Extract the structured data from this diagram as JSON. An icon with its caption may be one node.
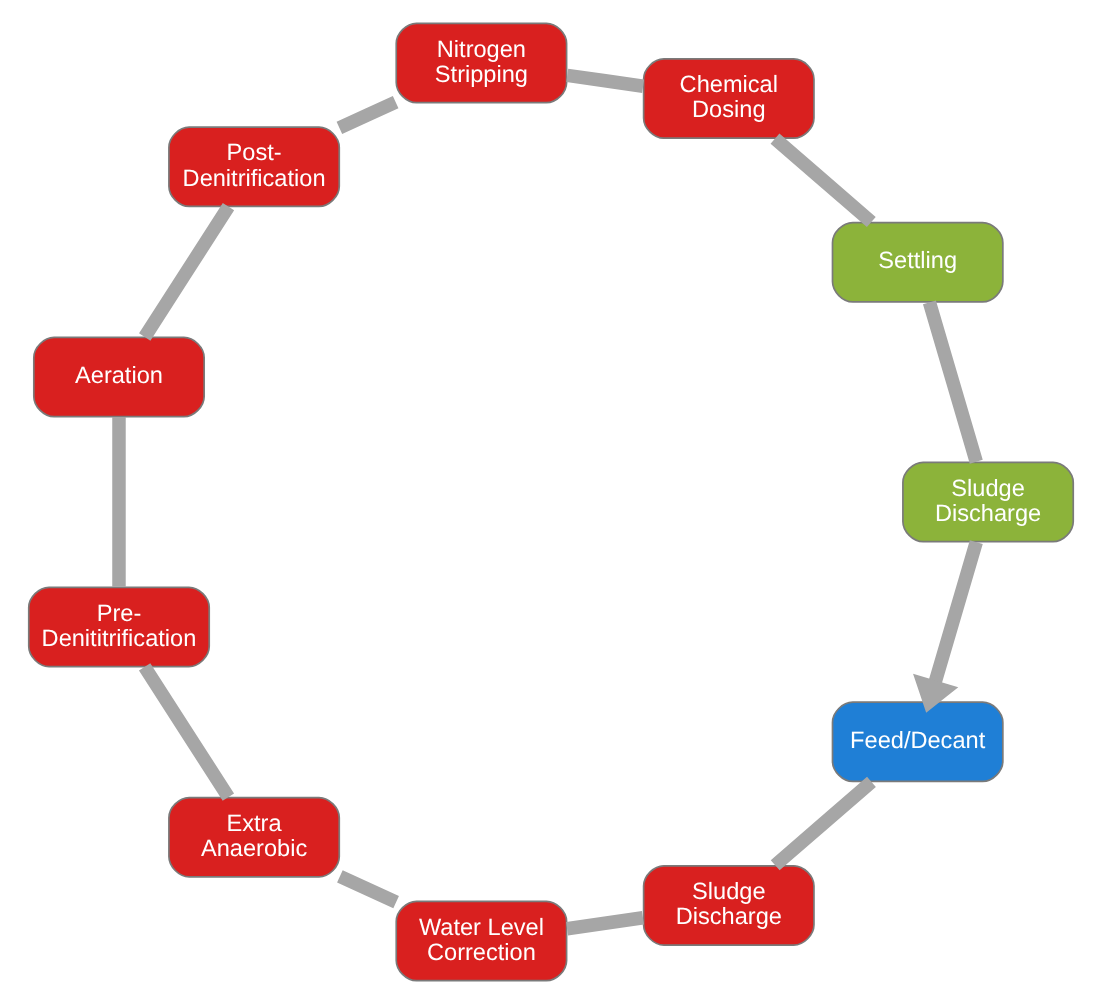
{
  "diagram": {
    "nodes": [
      {
        "text": [
          "Feed/Decant"
        ]
      },
      {
        "text": [
          "Sludge Discharge"
        ]
      },
      {
        "text": [
          "Water Level Correction"
        ]
      },
      {
        "text": [
          "Extra Anaerobic"
        ]
      },
      {
        "text": [
          "Pre-Denititrification"
        ]
      },
      {
        "text": [
          "Aeration"
        ]
      },
      {
        "text": [
          "Post-Denitrification"
        ]
      },
      {
        "text": [
          "Nitrogen Stripping"
        ]
      },
      {
        "text": [
          "Chemical Dosing"
        ]
      },
      {
        "text": [
          "Settling"
        ]
      },
      {
        "text": [
          "Sludge Discharge"
        ]
      }
    ],
    "edges": [
      {
        "from": 0,
        "to": 1,
        "arrow": "none"
      },
      {
        "from": 1,
        "to": 2,
        "arrow": "none"
      },
      {
        "from": 2,
        "to": 3,
        "arrow": "none"
      },
      {
        "from": 3,
        "to": 4,
        "arrow": "none"
      },
      {
        "from": 4,
        "to": 5,
        "arrow": "none"
      },
      {
        "from": 5,
        "to": 6,
        "arrow": "none"
      },
      {
        "from": 6,
        "to": 7,
        "arrow": "none"
      },
      {
        "from": 7,
        "to": 8,
        "arrow": "none"
      },
      {
        "from": 8,
        "to": 9,
        "arrow": "none"
      },
      {
        "from": 9,
        "to": 10,
        "arrow": "none"
      },
      {
        "from": 10,
        "to": 0,
        "arrow": "to"
      }
    ]
  }
}
